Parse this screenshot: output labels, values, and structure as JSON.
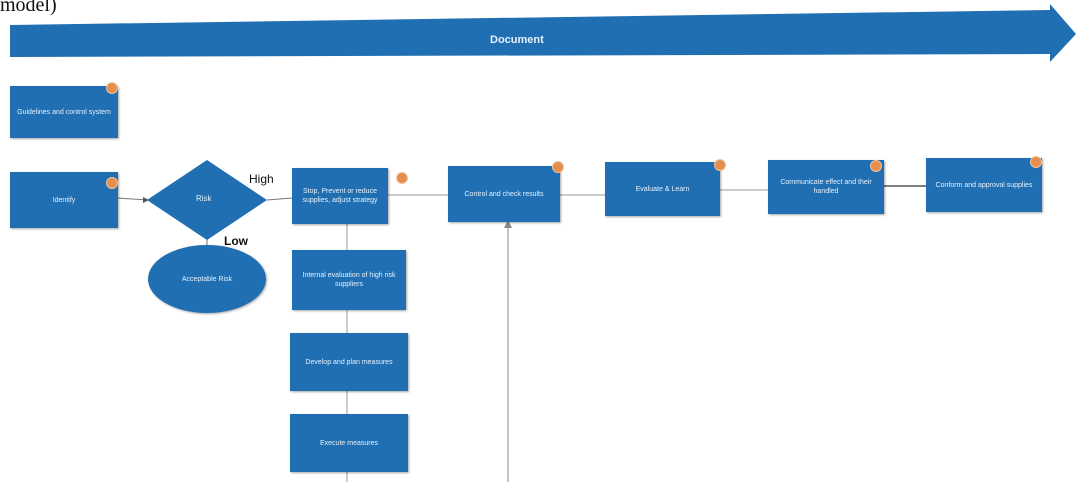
{
  "header_fragment": "model)",
  "document_arrow": {
    "label": "Document"
  },
  "decision": {
    "label": "Risk",
    "high_label": "High",
    "low_label": "Low"
  },
  "boxes": {
    "guidelines": "Guidelines and control system",
    "start": "Identify",
    "stop": "Stop, Prevent or reduce supplies, adjust strategy",
    "control": "Control and check results",
    "evaluate": "Evaluate & Learn",
    "communicate": "Communicate effect and their handled",
    "conform": "Conform and approval supplies",
    "internal_eval": "Internal evaluation of high risk suppliers",
    "develop": "Develop and plan measures",
    "execute": "Execute measures"
  },
  "acceptable": {
    "label": "Acceptable Risk"
  },
  "colors": {
    "box_fill": "#1f6fb2",
    "marker": "#e58f4e"
  }
}
